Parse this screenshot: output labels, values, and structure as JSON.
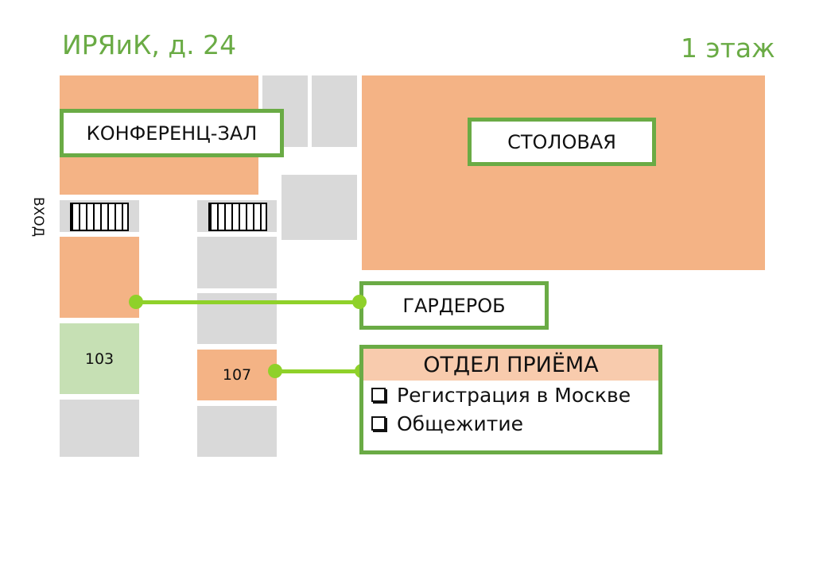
{
  "header": {
    "building": "ИРЯиК, д. 24",
    "floor": "1 этаж"
  },
  "entrance": {
    "label": "ВХОД"
  },
  "rooms": {
    "conference": "КОНФЕРЕНЦ-ЗАЛ",
    "canteen": "СТОЛОВАЯ",
    "wardrobe": "ГАРДЕРОБ",
    "room_103": "103",
    "room_107": "107"
  },
  "admission": {
    "title": "ОТДЕЛ ПРИЁМА",
    "items": [
      "Регистрация в Москве",
      "Общежитие"
    ]
  },
  "colors": {
    "accent_green": "#6aab45",
    "connector_green": "#8fd12a",
    "room_orange": "#f4b385",
    "room_gray": "#d9d9d9",
    "room_light_green": "#c6e0b4",
    "header_peach": "#f8cbad"
  }
}
